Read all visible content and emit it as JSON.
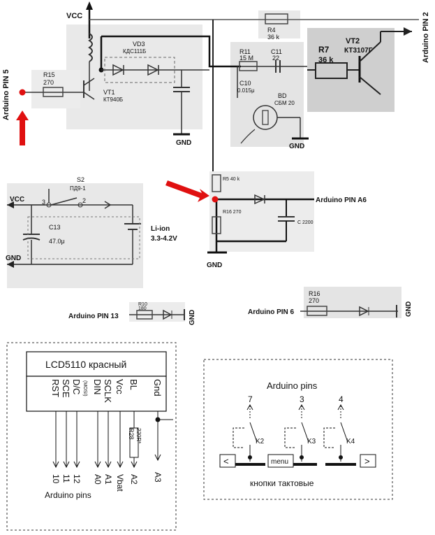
{
  "top": {
    "vcc1": "VCC",
    "pin5": "Arduino PIN 5",
    "pin2": "Arduino PIN 2",
    "r15": "R15",
    "r15v": "270",
    "vd3": "VD3",
    "vd3v": "КДС111Б",
    "vt1": "VT1",
    "vt1v": "КТ940Б",
    "r4": "R4",
    "r4v": "36 k",
    "vt2": "VT2",
    "vt2v": "КТ3107Г",
    "r7": "R7",
    "r7v": "36 k",
    "r11": "R11",
    "r11v": "15 M",
    "c11": "C11",
    "c11v": "22",
    "c10": "C10",
    "c10v": "0.015μ",
    "bd": "BD",
    "bdv": "СБМ 20",
    "gnd1": "GND",
    "gnd2": "GND"
  },
  "middle": {
    "r5": "R5 40 k",
    "r16": "R16 270",
    "pinA6": "Arduino PIN  A6",
    "c": "C 2200",
    "gnd3": "GND",
    "s2": "S2",
    "s2v": "ПД9-1",
    "sw3": "3",
    "sw2": "2",
    "vcc2": "VCC",
    "gnd4": "GND",
    "c13": "C13",
    "c13v": "47.0μ",
    "liion": "Li-ion",
    "liionv": "3.3-4.2V"
  },
  "bottomLines": {
    "pin13": "Arduino PIN 13",
    "r10": "R10",
    "r10v": "180",
    "gnd5": "GND",
    "pin6": "Arduino PIN  6",
    "r16b": "R16",
    "r16bv": "270",
    "gnd6": "GND"
  },
  "lcd": {
    "title": "LCD5110 красный",
    "pins": [
      "RST",
      "SCE",
      "D/C",
      "DIN",
      "SCLK",
      "Vcc",
      "BL",
      "Gnd"
    ],
    "mosi": "(MOSI)",
    "r28": "R28",
    "r28v": "220R*",
    "targets": [
      "10",
      "11",
      "12",
      "A0",
      "A1",
      "Vbat",
      "A2",
      "A3"
    ],
    "footer": "Arduino pins"
  },
  "buttons": {
    "title": "Arduino pins",
    "pins": [
      "7",
      "3",
      "4"
    ],
    "keys": [
      "K2",
      "K3",
      "K4"
    ],
    "left": "<",
    "menu": "menu",
    "right": ">",
    "footer": "кнопки тактовые"
  }
}
